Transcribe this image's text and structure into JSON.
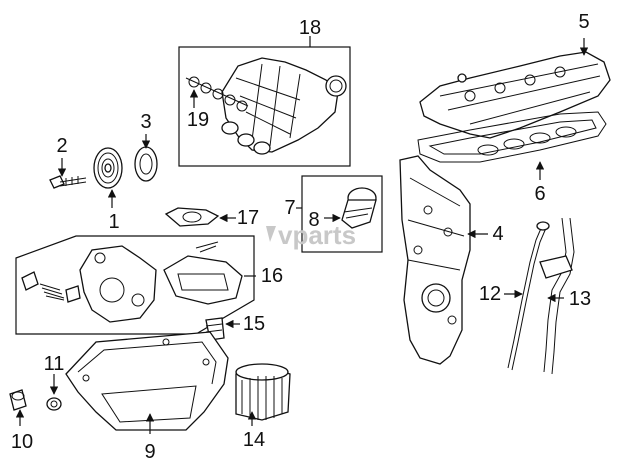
{
  "watermark": "vparts",
  "callouts": [
    {
      "id": "c1",
      "label": "1"
    },
    {
      "id": "c2",
      "label": "2"
    },
    {
      "id": "c3",
      "label": "3"
    },
    {
      "id": "c4",
      "label": "4"
    },
    {
      "id": "c5",
      "label": "5"
    },
    {
      "id": "c6",
      "label": "6"
    },
    {
      "id": "c7",
      "label": "7"
    },
    {
      "id": "c8",
      "label": "8"
    },
    {
      "id": "c9",
      "label": "9"
    },
    {
      "id": "c10",
      "label": "10"
    },
    {
      "id": "c11",
      "label": "11"
    },
    {
      "id": "c12",
      "label": "12"
    },
    {
      "id": "c13",
      "label": "13"
    },
    {
      "id": "c14",
      "label": "14"
    },
    {
      "id": "c15",
      "label": "15"
    },
    {
      "id": "c16",
      "label": "16"
    },
    {
      "id": "c17",
      "label": "17"
    },
    {
      "id": "c18",
      "label": "18"
    },
    {
      "id": "c19",
      "label": "19"
    }
  ]
}
